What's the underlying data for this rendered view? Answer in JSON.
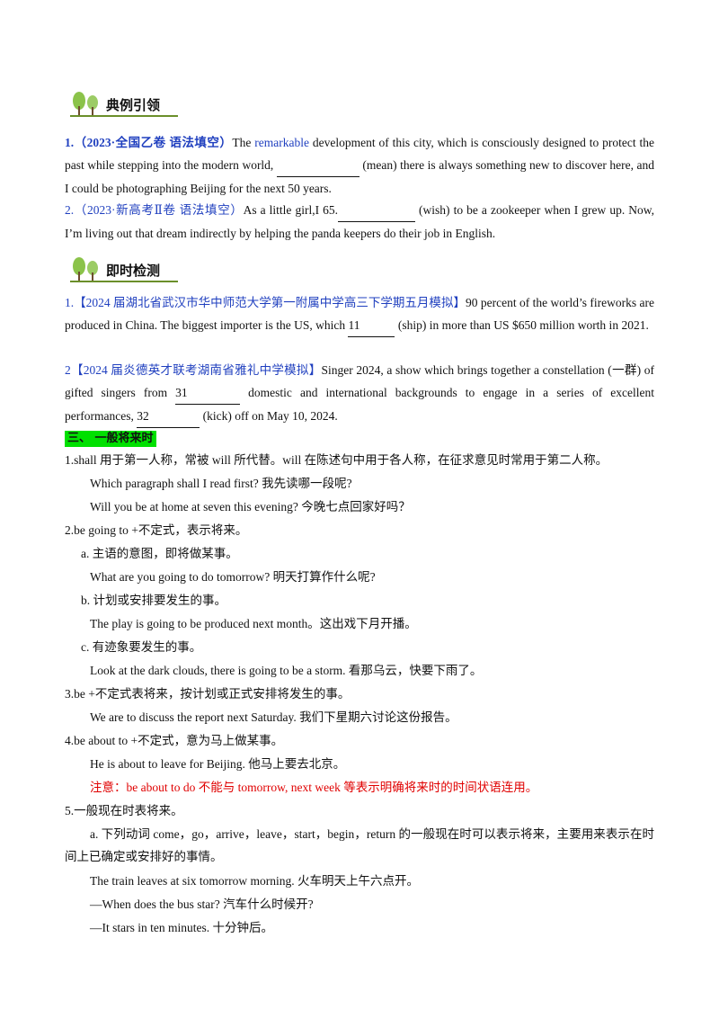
{
  "heading1": "典例引领",
  "heading2": "即时检测",
  "ex1": {
    "src": "1.（2023·全国乙卷  语法填空）",
    "t1": "The ",
    "rem": "remarkable",
    "t2": " development of this city, which is consciously designed to protect the past while stepping into the modern world, ",
    "t3": " (mean) there is always something new to discover here, and I could be photographing Beijing for the next 50 years."
  },
  "ex2": {
    "src": "2.（2023·新高考Ⅱ卷  语法填空）",
    "t1": "As a little girl,I 65.",
    "t2": " (wish) to be a zookeeper when I grew up. Now, I’m living out that dream indirectly by helping the panda keepers do their job in English."
  },
  "q1": {
    "src": "1.【2024 届湖北省武汉市华中师范大学第一附属中学高三下学期五月模拟】",
    "t1": "90 percent of the world’s fireworks are produced in China. The biggest importer is the US, which ",
    "blank": "11",
    "t2": " (ship) in more than US $650 million worth in 2021."
  },
  "q2": {
    "src": "2【2024 届炎德英才联考湖南省雅礼中学模拟】",
    "t1": "Singer 2024, a show which brings together a constellation (一群) of gifted singers from ",
    "blank1": "31",
    "t2": " domestic and international backgrounds to engage in a series of excellent performances, ",
    "blank2": "32",
    "t3": " (kick) off on May 10, 2024."
  },
  "section3": "三、  一般将来时",
  "lines": {
    "l1": "1.shall 用于第一人称，常被 will  所代替。will  在陈述句中用于各人称，在征求意见时常用于第二人称。",
    "l2": "Which paragraph shall I read first?  我先读哪一段呢?",
    "l3": "Will you be at home at seven this evening?  今晚七点回家好吗？",
    "l4": "2.be going to +不定式，表示将来。",
    "l5": "a.  主语的意图，即将做某事。",
    "l6": "What are you going to do tomorrow?  明天打算作什么呢?",
    "l7": "b.  计划或安排要发生的事。",
    "l8": "The play is going to be produced next month。这出戏下月开播。",
    "l9": "c.  有迹象要发生的事。",
    "l10": "Look at the dark clouds, there is going to be a storm.  看那乌云，快要下雨了。",
    "l11": "3.be +不定式表将来，按计划或正式安排将发生的事。",
    "l12": "We are to discuss the report next Saturday.  我们下星期六讨论这份报告。",
    "l13": "4.be about to +不定式，意为马上做某事。",
    "l14": "He is about to leave for Beijing.  他马上要去北京。",
    "l15": "注意：be about to do  不能与 tomorrow, next week  等表示明确将来时的时间状语连用。",
    "l16": "5.一般现在时表将来。",
    "l17": "a.  下列动词 come，go，arrive，leave，start，begin，return 的一般现在时可以表示将来，主要用来表示在时间上已确定或安排好的事情。",
    "l18": "The train leaves at six tomorrow morning.  火车明天上午六点开。",
    "l19": "—When does the bus star?  汽车什么时候开?",
    "l20": "—It stars in ten minutes.  十分钟后。"
  },
  "colors": {
    "blue": "#1f3fbf",
    "red": "#e00000",
    "highlight": "#00e000",
    "leaf": "#7cb342"
  }
}
